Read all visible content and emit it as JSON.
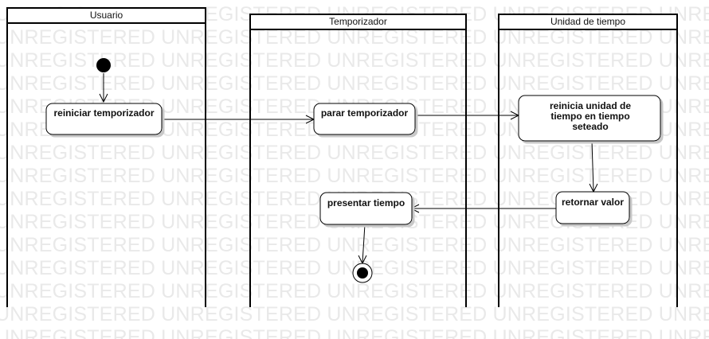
{
  "lanes": [
    {
      "title": "Usuario"
    },
    {
      "title": "Temporizador"
    },
    {
      "title": "Unidad de tiempo"
    }
  ],
  "nodes": {
    "reiniciar": "reiniciar temporizador",
    "parar": "parar temporizador",
    "reinicia_unidad": "reinicia unidad de tiempo en tiempo seteado",
    "retornar": "retornar valor",
    "presentar": "presentar tiempo"
  },
  "watermark": "UNREGISTERED"
}
